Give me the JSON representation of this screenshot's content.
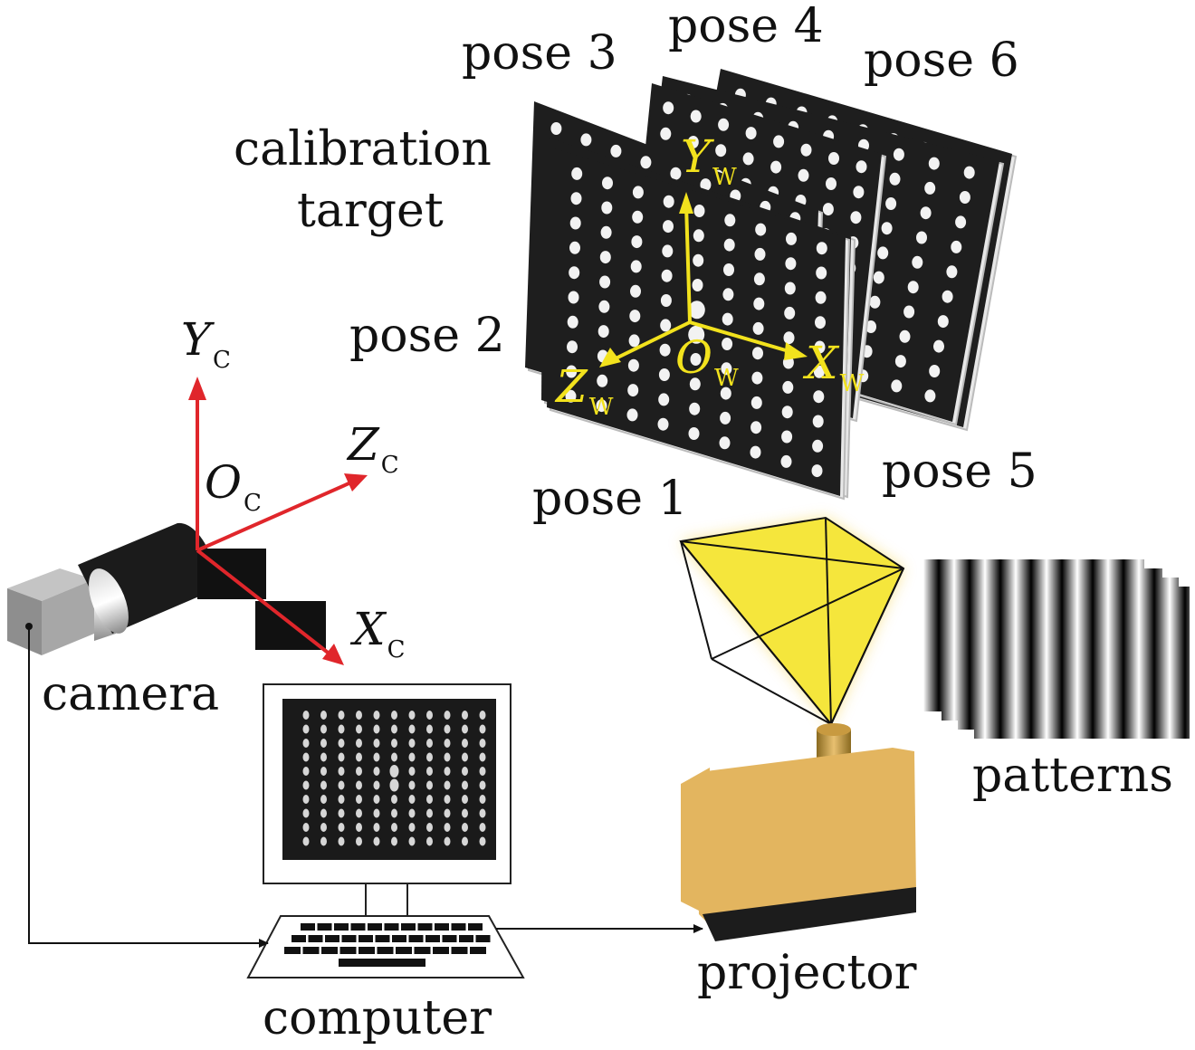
{
  "labels": {
    "pose1": "pose 1",
    "pose2": "pose 2",
    "pose3": "pose 3",
    "pose4": "pose 4",
    "pose5": "pose 5",
    "pose6": "pose 6",
    "calibration_line1": "calibration",
    "calibration_line2": "target",
    "camera": "camera",
    "computer": "computer",
    "projector": "projector",
    "patterns": "patterns"
  },
  "axes": {
    "camera": {
      "y": {
        "base": "Y",
        "sub": "C"
      },
      "z": {
        "base": "Z",
        "sub": "C"
      },
      "o": {
        "base": "O",
        "sub": "C"
      },
      "x": {
        "base": "X",
        "sub": "C"
      }
    },
    "world": {
      "y": {
        "base": "Y",
        "sub": "W"
      },
      "x": {
        "base": "X",
        "sub": "W"
      },
      "o": {
        "base": "O",
        "sub": "W"
      },
      "z": {
        "base": "Z",
        "sub": "W"
      }
    }
  },
  "colors": {
    "camera_axis": "#e0262b",
    "world_axis": "#f2e21d",
    "board": "#1e1e1e",
    "dot": "#f2f2f2",
    "projector_body": "#e3b55f",
    "projector_light": "#f5e63c",
    "camera_body": "#9a9a9a",
    "lens": "#1b1b1b"
  }
}
